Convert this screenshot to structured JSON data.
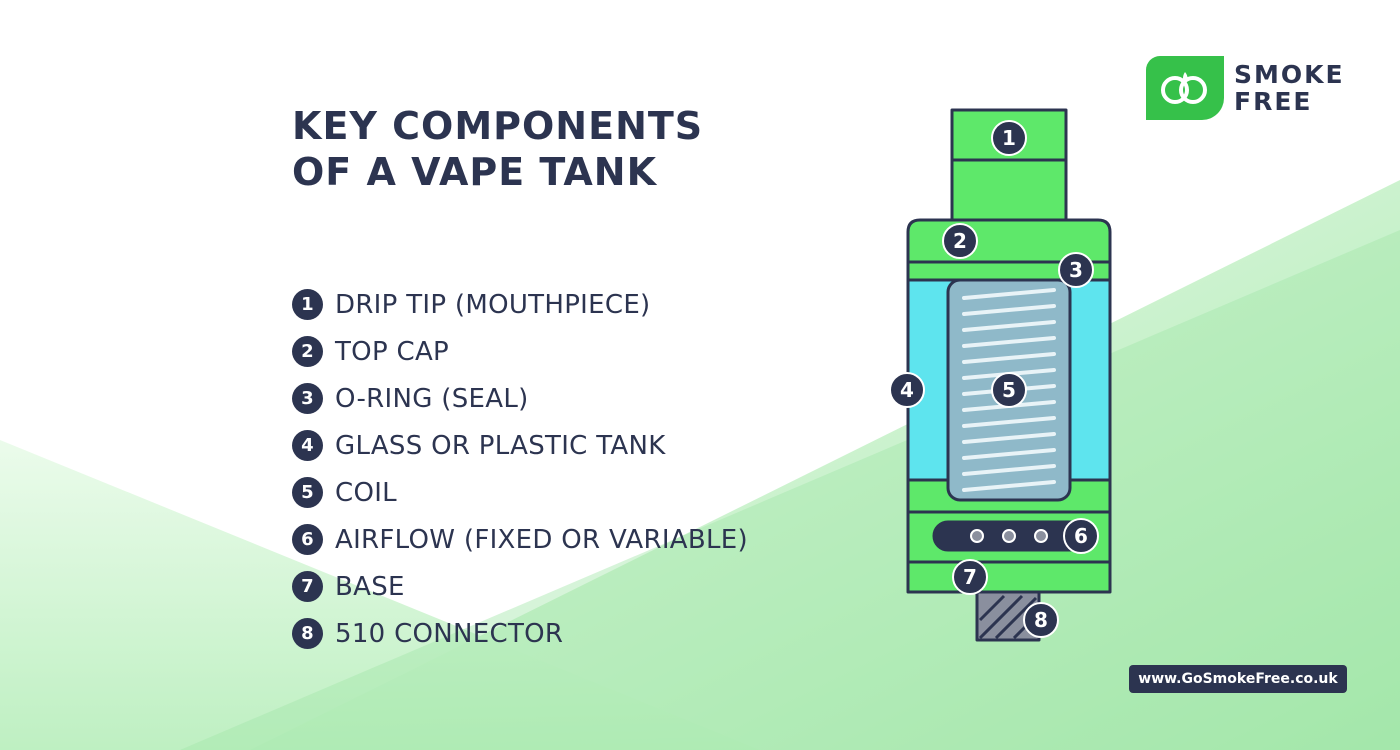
{
  "title": {
    "line1": "KEY COMPONENTS",
    "line2": "OF A VAPE TANK"
  },
  "components": [
    {
      "number": "1",
      "label": "DRIP TIP (MOUTHPIECE)"
    },
    {
      "number": "2",
      "label": "TOP CAP"
    },
    {
      "number": "3",
      "label": "O-RING (SEAL)"
    },
    {
      "number": "4",
      "label": "GLASS OR PLASTIC TANK"
    },
    {
      "number": "5",
      "label": "COIL"
    },
    {
      "number": "6",
      "label": "AIRFLOW (FIXED OR VARIABLE)"
    },
    {
      "number": "7",
      "label": "BASE"
    },
    {
      "number": "8",
      "label": "510 CONNECTOR"
    }
  ],
  "logo": {
    "line1": "SMOKE",
    "line2": "FREE",
    "icon": "smoke-free-logo-icon"
  },
  "url": "www.GoSmokeFree.co.uk",
  "colors": {
    "navy": "#2c3450",
    "green": "#5ee86a",
    "brand_green": "#36c14a",
    "tank_cyan": "#5ee4ee",
    "coil_fill": "#8fb9c9",
    "background_green": "#9fe6a6"
  }
}
